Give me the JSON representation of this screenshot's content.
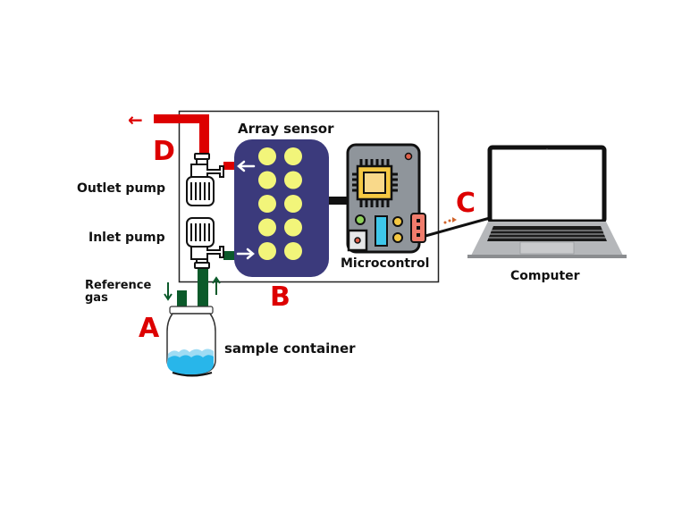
{
  "diagram": {
    "title": "Electronic nose measurement setup",
    "labels": {
      "array_sensor": "Array sensor",
      "outlet_pump": "Outlet pump",
      "inlet_pump": "Inlet pump",
      "reference_gas_line1": "Reference",
      "reference_gas_line2": "gas",
      "microcontrol": "Microcontrol",
      "computer": "Computer",
      "sample_container": "sample container"
    },
    "markers": {
      "A": "A",
      "B": "B",
      "C": "C",
      "D": "D"
    },
    "arrows": {
      "outlet": "←",
      "reference_in": "↓",
      "sample_out": "↑"
    },
    "sensor_array": {
      "rows": 5,
      "columns": 2
    },
    "colors": {
      "outlet_pipe": "#dd0000",
      "inlet_pipe": "#0b5a2a",
      "marker_red": "#dd0000",
      "sensor_board": "#3b3a7c",
      "sensor_dot": "#f2f57a",
      "chip_board": "#8f959b",
      "chip_core": "#f9d98a",
      "serial_arrow": "#d0632a",
      "water": "#28b6ea"
    }
  }
}
